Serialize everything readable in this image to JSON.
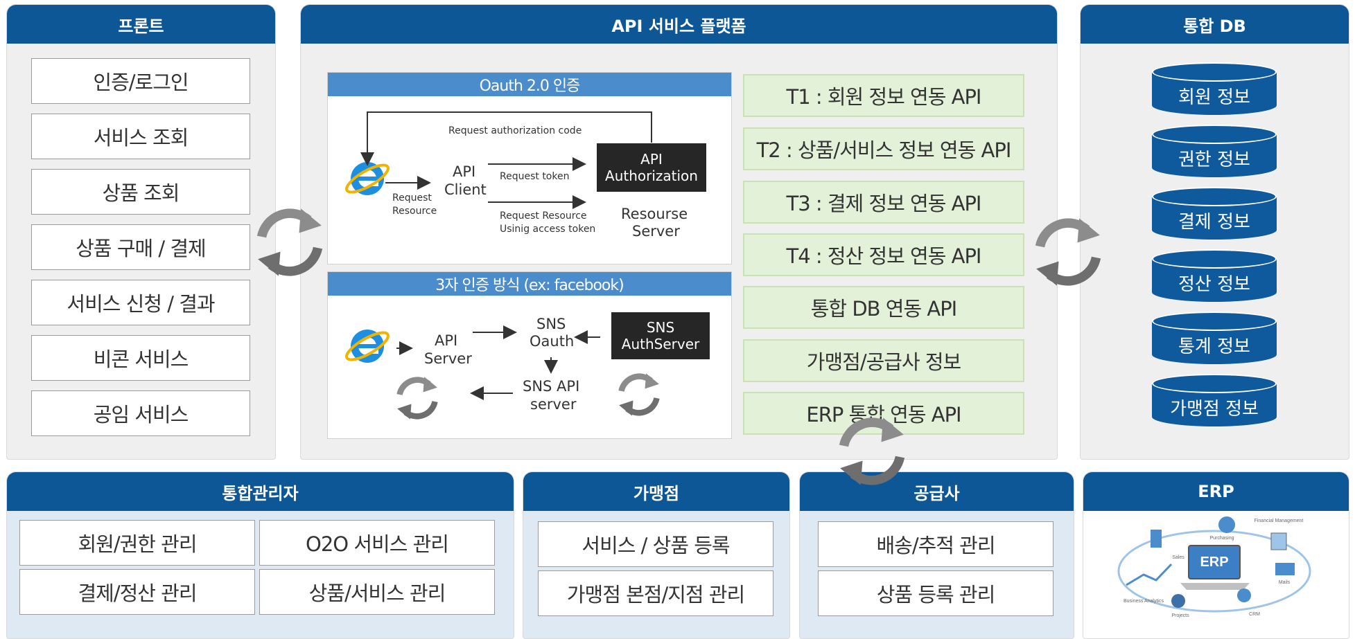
{
  "front": {
    "title": "프론트",
    "items": [
      "인증/로그인",
      "서비스 조회",
      "상품 조회",
      "상품 구매 / 결제",
      "서비스 신청 / 결과",
      "비콘 서비스",
      "공임 서비스"
    ]
  },
  "platform": {
    "title": "API 서비스 플랫폼",
    "oauth": {
      "title": "Oauth 2.0 인증",
      "request_code": "Request authorization code",
      "request_resource_1": "Request",
      "request_resource_2": "Resource",
      "api_client_1": "API",
      "api_client_2": "Client",
      "request_token": "Request token",
      "request_resource_token_1": "Request Resource",
      "request_resource_token_2": "Usinig access token",
      "auth_1": "API",
      "auth_2": "Authorization",
      "resource_server_1": "Resourse",
      "resource_server_2": "Server"
    },
    "sns": {
      "title": "3자 인증 방식 (ex: facebook)",
      "api_server_1": "API",
      "api_server_2": "Server",
      "sns_oauth_1": "SNS",
      "sns_oauth_2": "Oauth",
      "auth_server_1": "SNS",
      "auth_server_2": "AuthServer",
      "sns_api_1": "SNS API",
      "sns_api_2": "server"
    },
    "apis": [
      "T1 : 회원 정보 연동 API",
      "T2 : 상품/서비스 정보 연동 API",
      "T3 : 결제 정보 연동 API",
      "T4 : 정산 정보 연동 API",
      "통합 DB 연동 API",
      "가맹점/공급사 정보",
      "ERP 통합 연동 API"
    ]
  },
  "db": {
    "title": "통합 DB",
    "items": [
      "회원 정보",
      "권한 정보",
      "결제 정보",
      "정산 정보",
      "통계 정보",
      "가맹점 정보"
    ]
  },
  "admin": {
    "title": "통합관리자",
    "items": [
      "회원/권한 관리",
      "O2O 서비스 관리",
      "결제/정산 관리",
      "상품/서비스 관리"
    ]
  },
  "franchise": {
    "title": "가맹점",
    "items": [
      "서비스 / 상품 등록",
      "가맹점 본점/지점 관리"
    ]
  },
  "supplier": {
    "title": "공급사",
    "items": [
      "배송/추적 관리",
      "상품 등록 관리"
    ]
  },
  "erp": {
    "title": "ERP",
    "logo": "ERP",
    "labels": [
      "Purchasing",
      "Financial Management",
      "Sales",
      "Mails",
      "Business Analytics",
      "Projects",
      "CRM"
    ]
  },
  "icons": {
    "browser": "internet-explorer-icon",
    "sync": "sync-arrows-icon"
  },
  "colors": {
    "header": "#0e5796",
    "subheader": "#4a8ccc",
    "api_box": "#e3f1d8",
    "cylinder": "#0f5a9c"
  }
}
